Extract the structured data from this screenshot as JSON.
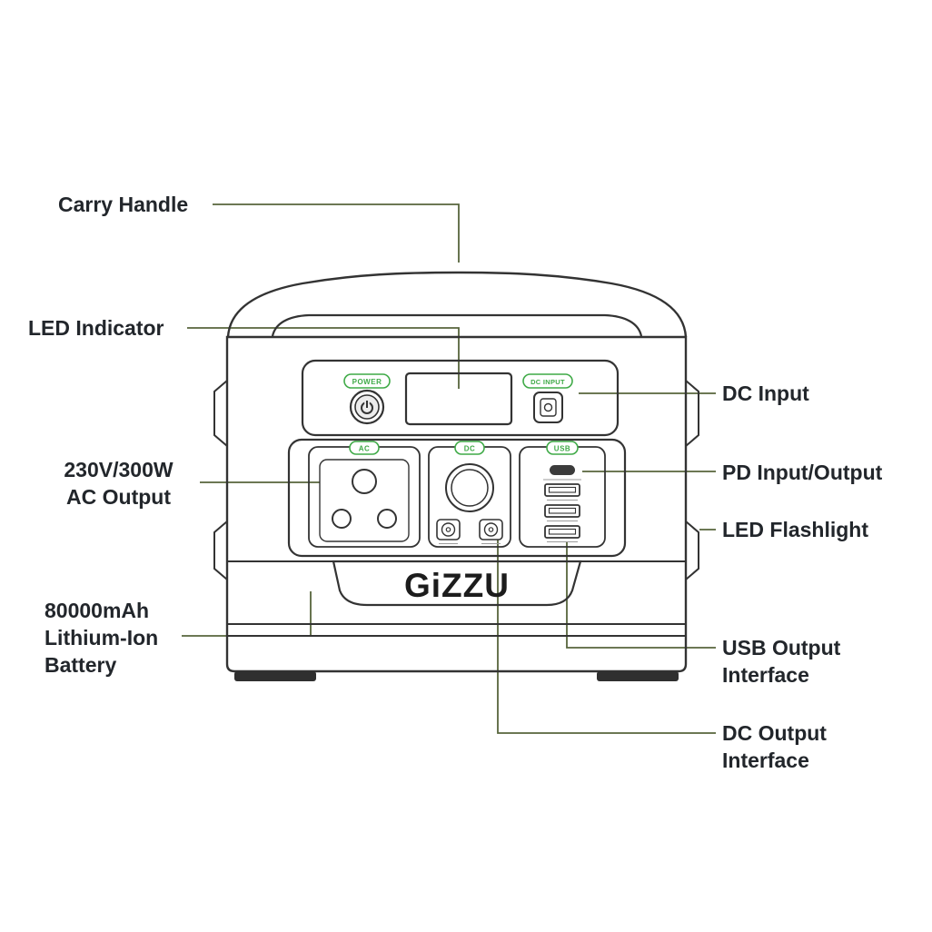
{
  "callouts": {
    "carry_handle": "Carry Handle",
    "led_indicator": "LED Indicator",
    "ac_output": [
      "230V/300W",
      "AC Output"
    ],
    "battery": [
      "80000mAh",
      "Lithium-Ion",
      "Battery"
    ],
    "dc_input": "DC Input",
    "pd_input_output": "PD Input/Output",
    "led_flashlight": "LED Flashlight",
    "usb_output": [
      "USB Output",
      "Interface"
    ],
    "dc_output": [
      "DC Output",
      "Interface"
    ]
  },
  "device": {
    "brand_logo": "GiZZU",
    "top_panel": {
      "power": "POWER",
      "dc_input": "DC INPUT"
    },
    "io_panel": {
      "ac": "AC",
      "dc": "DC",
      "usb": "USB"
    }
  },
  "colors": {
    "background": "#ffffff",
    "outline": "#333333",
    "leader_line": "#57653c",
    "label_text": "#22262b",
    "accent_green": "#3faa47"
  }
}
